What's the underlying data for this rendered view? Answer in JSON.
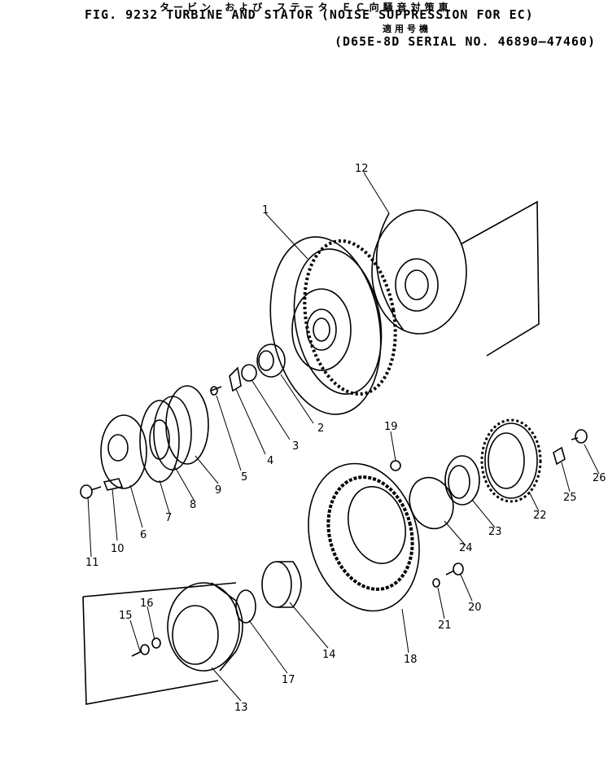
{
  "header": {
    "jp_title": "タービン および ステータ   ＥＣ向騒音対策車",
    "title": "FIG. 9232  TURBINE AND STATOR (NOISE SUPPRESSION FOR EC)",
    "jp_applicable": "適用号機",
    "serial": "(D65E-8D SERIAL NO. 46890—47460)"
  },
  "callouts": [
    "1",
    "2",
    "3",
    "4",
    "5",
    "6",
    "7",
    "8",
    "9",
    "10",
    "11",
    "12",
    "13",
    "14",
    "15",
    "16",
    "17",
    "18",
    "19",
    "20",
    "21",
    "22",
    "23",
    "24",
    "25",
    "26"
  ]
}
